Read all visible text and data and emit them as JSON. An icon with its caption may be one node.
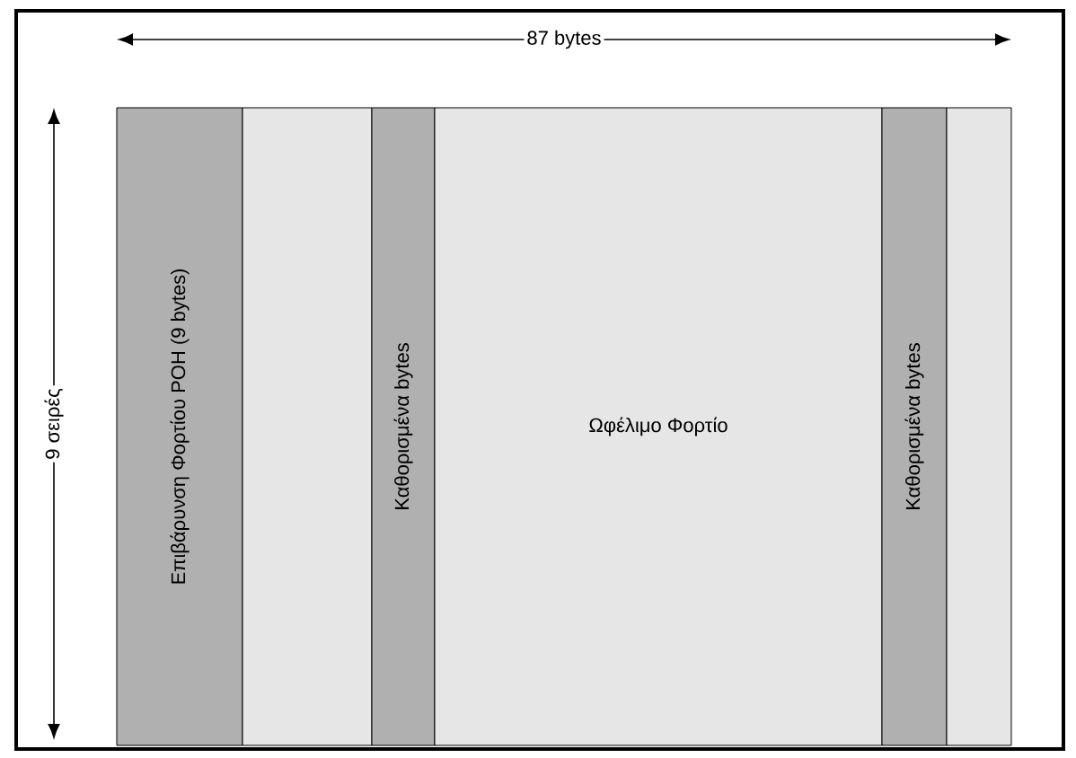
{
  "diagram": {
    "nodes": [
      {
        "text": [
          "Επιβάρυνση Φορτίου POH (9 bytes)"
        ]
      },
      {
        "text": [],
        "shape": "bar"
      },
      {
        "text": [
          "Καθορισμένα bytes"
        ]
      },
      {
        "text": [
          "Ωφέλιμο Φορτίο"
        ]
      },
      {
        "text": [
          "Καθορισμένα bytes"
        ]
      },
      {
        "text": [],
        "shape": "bar"
      }
    ],
    "edges": [],
    "labels": [
      "87 bytes",
      "9 σειρές"
    ]
  }
}
